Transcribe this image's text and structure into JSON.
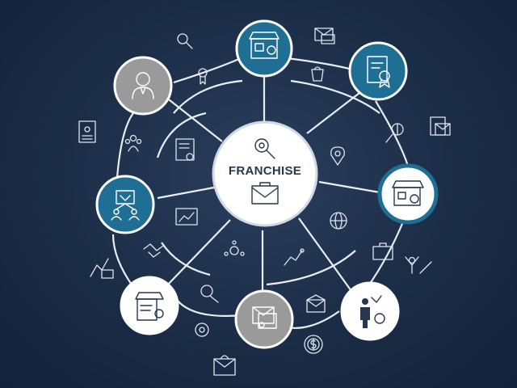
{
  "center": {
    "label": "FRANCHISE"
  },
  "palette": {
    "background": "#1b2c46",
    "blue_node": "#1f6f94",
    "gray_node": "#9a9a9a",
    "white_node": "#ffffff",
    "line": "#e9eef5",
    "icon_dark": "#27374f"
  },
  "nodes": [
    {
      "name": "storefront-node",
      "icon": "storefront-icon",
      "style": "blue"
    },
    {
      "name": "certificate-node",
      "icon": "certificate-icon",
      "style": "blue"
    },
    {
      "name": "shop-badge-node",
      "icon": "shop-badge-icon",
      "style": "white"
    },
    {
      "name": "business-person-node",
      "icon": "business-person-icon",
      "style": "white"
    },
    {
      "name": "mail-document-node",
      "icon": "mail-document-icon",
      "style": "gray"
    },
    {
      "name": "contract-store-node",
      "icon": "contract-store-icon",
      "style": "white"
    },
    {
      "name": "network-node",
      "icon": "network-icon",
      "style": "blue"
    },
    {
      "name": "person-node",
      "icon": "person-icon",
      "style": "gray"
    }
  ]
}
